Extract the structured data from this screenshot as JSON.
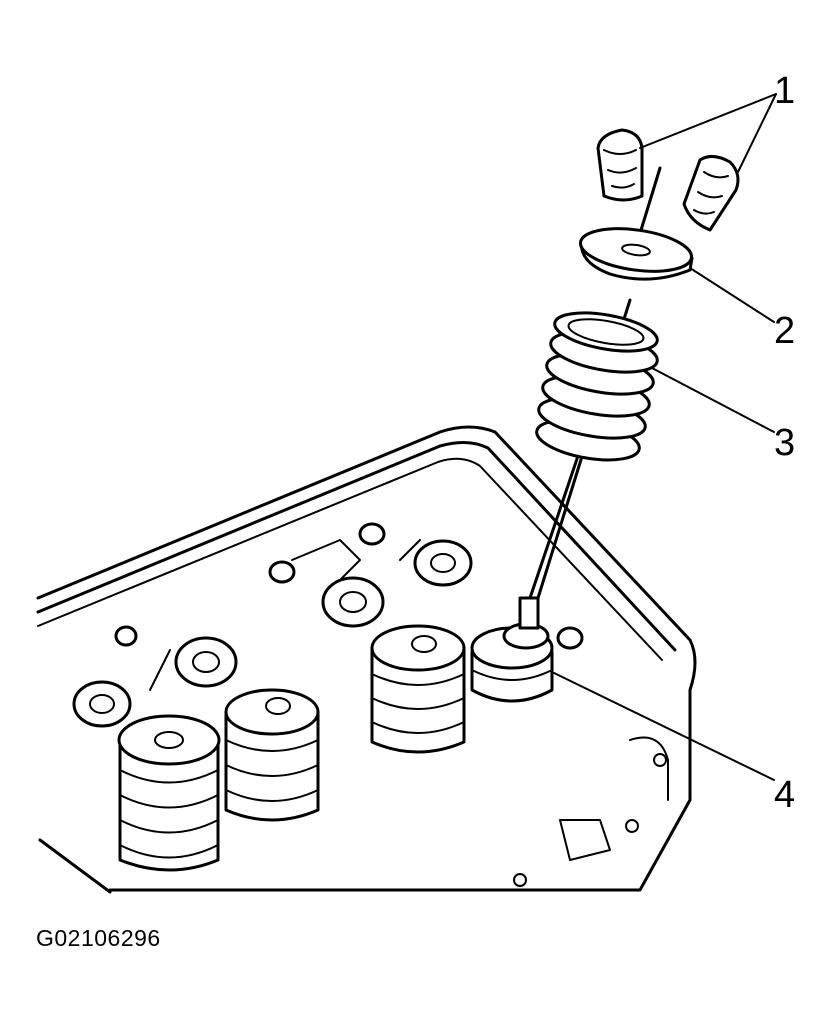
{
  "callouts": {
    "c1": "1",
    "c2": "2",
    "c3": "3",
    "c4": "4"
  },
  "figure_id": "G02106296"
}
